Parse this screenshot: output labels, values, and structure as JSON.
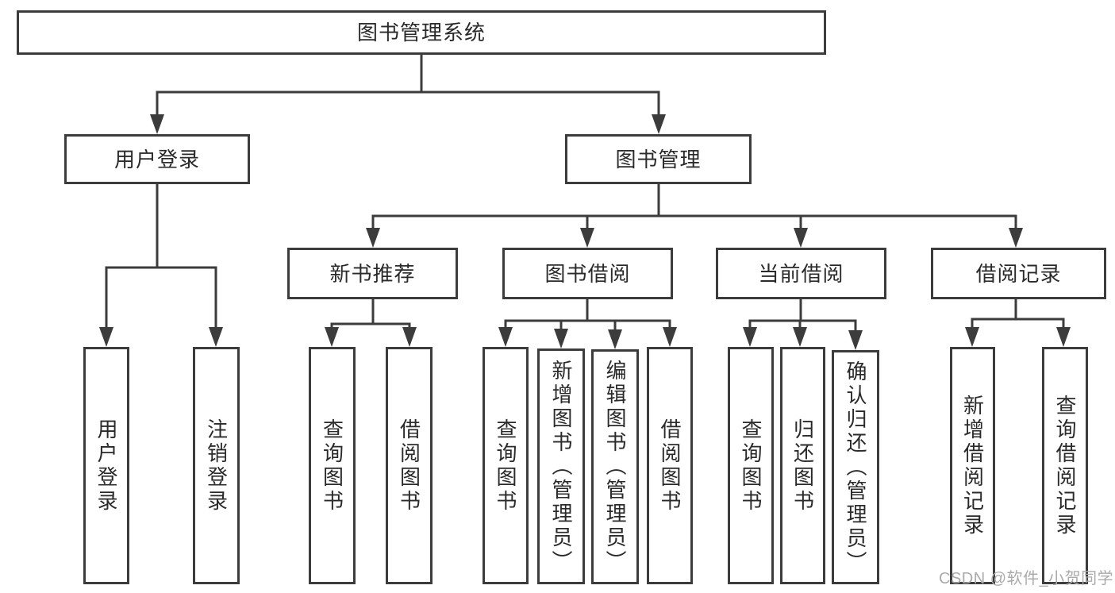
{
  "diagram": {
    "root": {
      "label": "图书管理系统"
    },
    "branches": [
      {
        "label": "用户登录",
        "children": [
          "用户登录",
          "注销登录"
        ]
      },
      {
        "label": "图书管理",
        "groups": [
          {
            "label": "新书推荐",
            "children": [
              "查询图书",
              "借阅图书"
            ]
          },
          {
            "label": "图书借阅",
            "children": [
              "查询图书",
              "新增图书（管理员）",
              "编辑图书（管理员）",
              "借阅图书"
            ]
          },
          {
            "label": "当前借阅",
            "children": [
              "查询图书",
              "归还图书",
              "确认归还（管理员）"
            ]
          },
          {
            "label": "借阅记录",
            "children": [
              "新增借阅记录",
              "查询借阅记录"
            ]
          }
        ]
      }
    ]
  },
  "watermark": {
    "text": "CSDN @软件_小贺同学",
    "color": "#ababab"
  },
  "style": {
    "line_color": "#3c3c3c",
    "box_background": "#ffffff",
    "text_color": "#2a2a2a"
  }
}
